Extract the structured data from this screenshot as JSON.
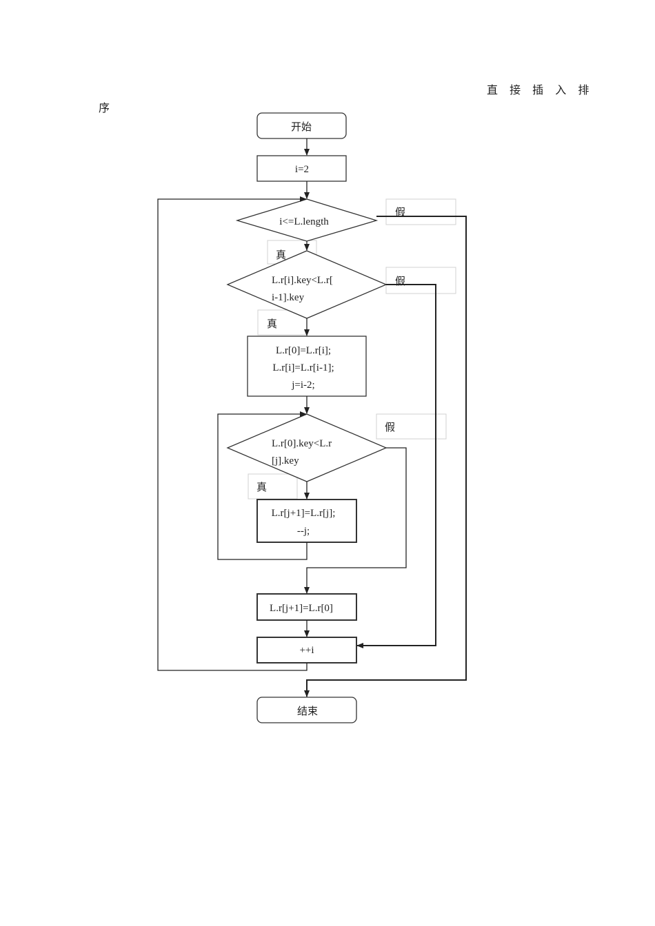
{
  "title": {
    "line1": "直 接 插 入 排",
    "line2": "序"
  },
  "nodes": {
    "start": "开始",
    "init": "i=2",
    "cond_outer": "i<=L.length",
    "cond_key_line1": "L.r[i].key<L.r[",
    "cond_key_line2": "i-1].key",
    "assign_line1": "L.r[0]=L.r[i];",
    "assign_line2": "L.r[i]=L.r[i-1];",
    "assign_line3": "j=i-2;",
    "cond_inner_line1": "L.r[0].key<L.r",
    "cond_inner_line2": "[j].key",
    "shift_line1": "L.r[j+1]=L.r[j];",
    "shift_line2": "--j;",
    "place": "L.r[j+1]=L.r[0]",
    "incr": "++i",
    "end": "结束"
  },
  "labels": {
    "false1": "假",
    "true1": "真",
    "false2": "假",
    "true2": "真",
    "false3": "假",
    "true3": "真"
  }
}
